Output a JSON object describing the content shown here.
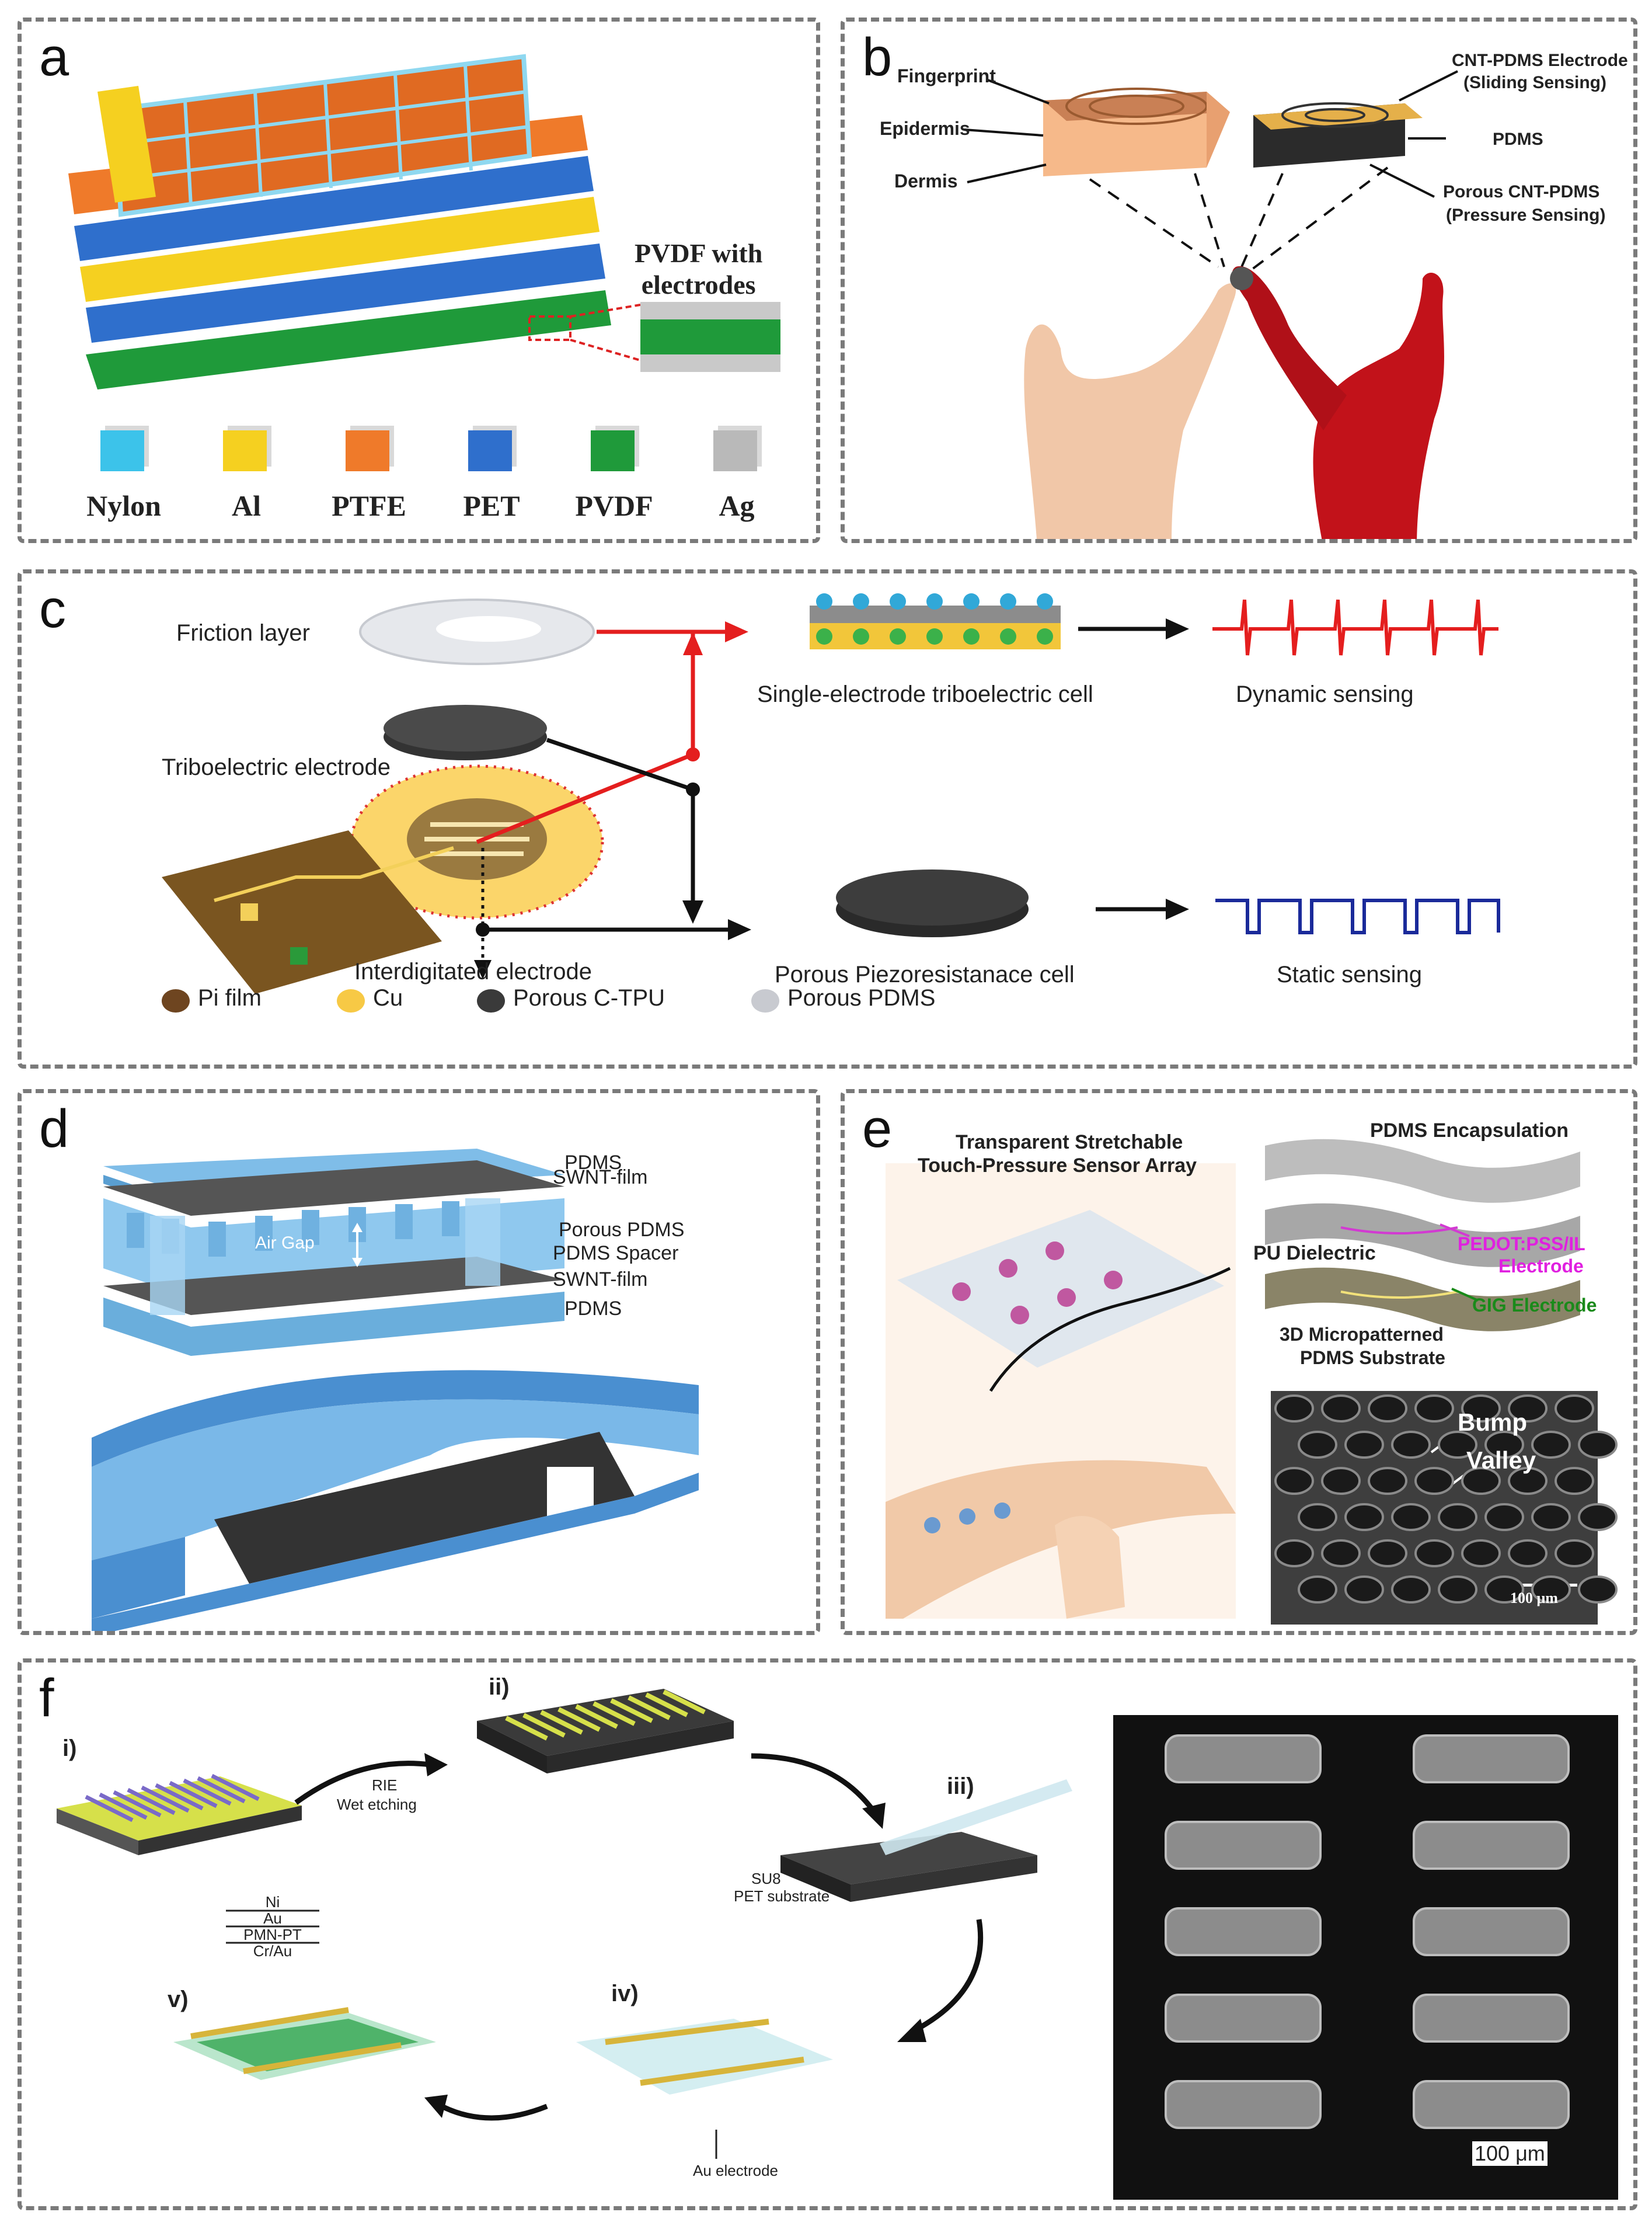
{
  "panel_a": {
    "label": "a",
    "callout": "PVDF with\nelectrodes",
    "legend": [
      {
        "name": "Nylon",
        "color": "#3cc3ea"
      },
      {
        "name": "Al",
        "color": "#f5d020"
      },
      {
        "name": "PTFE",
        "color": "#ef7a2a"
      },
      {
        "name": "PET",
        "color": "#2f6fcc"
      },
      {
        "name": "PVDF",
        "color": "#1f9a3a"
      },
      {
        "name": "Ag",
        "color": "#b9b9b9"
      }
    ]
  },
  "panel_b": {
    "label": "b",
    "fingerprint": "Fingerprint",
    "epidermis": "Epidermis",
    "dermis": "Dermis",
    "cnt_electrode": "CNT-PDMS Electrode",
    "sliding": "(Sliding Sensing)",
    "pdms": "PDMS",
    "porous_cnt": "Porous CNT-PDMS",
    "pressure": "(Pressure Sensing)"
  },
  "panel_c": {
    "label": "c",
    "friction_layer": "Friction layer",
    "tribo_electrode": "Triboelectric electrode",
    "interdigitated": "Interdigitated electrode",
    "single_electrode": "Single-electrode triboelectric cell",
    "dynamic": "Dynamic sensing",
    "porous_piezo": "Porous Piezoresistanace cell",
    "static": "Static sensing",
    "legend": [
      {
        "name": "Pi film",
        "color": "#6e4520"
      },
      {
        "name": "Cu",
        "color": "#f7c945"
      },
      {
        "name": "Porous C-TPU",
        "color": "#3a3a3a"
      },
      {
        "name": "Porous PDMS",
        "color": "#c8cad0"
      }
    ]
  },
  "panel_d": {
    "label": "d",
    "layers": [
      "PDMS",
      "SWNT-film",
      "Porous PDMS",
      "PDMS Spacer",
      "SWNT-film",
      "PDMS"
    ],
    "air_gap": "Air Gap"
  },
  "panel_e": {
    "label": "e",
    "title_line1": "Transparent Stretchable",
    "title_line2": "Touch-Pressure Sensor Array",
    "encapsulation": "PDMS Encapsulation",
    "pu_dielectric": "PU Dielectric",
    "pedot_line1": "PEDOT:PSS/IL",
    "pedot_line2": "Electrode",
    "gig": "GIG Electrode",
    "substrate_line1": "3D Micropatterned",
    "substrate_line2": "PDMS Substrate",
    "bump": "Bump",
    "valley": "Valley",
    "scale": "100 μm"
  },
  "panel_f": {
    "label": "f",
    "steps": [
      "i)",
      "ii)",
      "iii)",
      "iv)",
      "v)"
    ],
    "rie": "RIE",
    "wet": "Wet etching",
    "stack": [
      "Ni",
      "Au",
      "PMN-PT",
      "Cr/Au"
    ],
    "su8": "SU8",
    "pet_substrate": "PET substrate",
    "au_electrode": "Au electrode",
    "scale": "100 μm"
  }
}
